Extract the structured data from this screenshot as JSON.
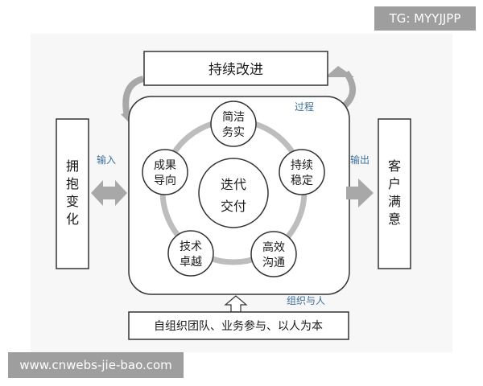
{
  "top_box": "持续改进",
  "left_box": [
    "拥",
    "抱",
    "变",
    "化"
  ],
  "right_box": [
    "客",
    "户",
    "满",
    "意"
  ],
  "bottom_box": "自组织团队、业务参与、以人为本",
  "labels": {
    "process": "过程",
    "input": "输入",
    "output": "输出",
    "team": "组织与人"
  },
  "center": {
    "line1": "迭代",
    "line2": "交付"
  },
  "nodes": [
    {
      "line1": "简洁",
      "line2": "务实"
    },
    {
      "line1": "持续",
      "line2": "稳定"
    },
    {
      "line1": "高效",
      "line2": "沟通"
    },
    {
      "line1": "技术",
      "line2": "卓越"
    },
    {
      "line1": "成果",
      "line2": "导向"
    }
  ],
  "watermarks": {
    "top_right": "TG: MYYJJPP",
    "bottom_left": "www.cnwebs-jie-bao.com"
  },
  "colors": {
    "arrow_gray": "#a8a8a8",
    "ring_gray": "#bdbdbd",
    "label_blue": "#3d6f9c",
    "watermark_bg": "#9e9e9e"
  }
}
